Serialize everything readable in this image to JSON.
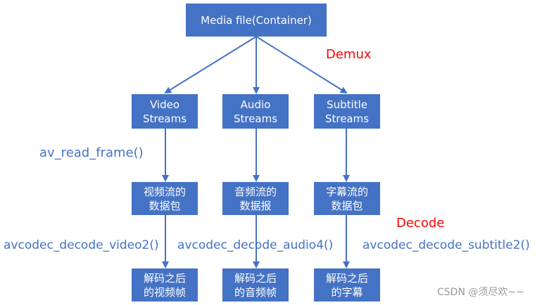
{
  "colors": {
    "box_fill": "#4472C4",
    "box_text": "#FFFFFF",
    "label_blue": "#4472C4",
    "label_red": "#FF0000",
    "watermark": "#9A9A9A"
  },
  "top_box": {
    "label": "Media file(Container)"
  },
  "stage_labels": {
    "demux": "Demux",
    "decode": "Decode"
  },
  "streams": [
    {
      "line1": "Video",
      "line2": "Streams"
    },
    {
      "line1": "Audio",
      "line2": "Streams"
    },
    {
      "line1": "Subtitle",
      "line2": "Streams"
    }
  ],
  "read_call": "av_read_frame()",
  "packets": [
    {
      "line1": "视频流的",
      "line2": "数据包"
    },
    {
      "line1": "音频流的",
      "line2": "数据报"
    },
    {
      "line1": "字幕流的",
      "line2": "数据包"
    }
  ],
  "decode_calls": [
    "avcodec_decode_video2()",
    "avcodec_decode_audio4()",
    "avcodec_decode_subtitle2()"
  ],
  "decoded": [
    {
      "line1": "解码之后",
      "line2": "的视频帧"
    },
    {
      "line1": "解码之后",
      "line2": "的音频帧"
    },
    {
      "line1": "解码之后",
      "line2": "的字幕"
    }
  ],
  "watermark": "CSDN @须尽欢~~"
}
